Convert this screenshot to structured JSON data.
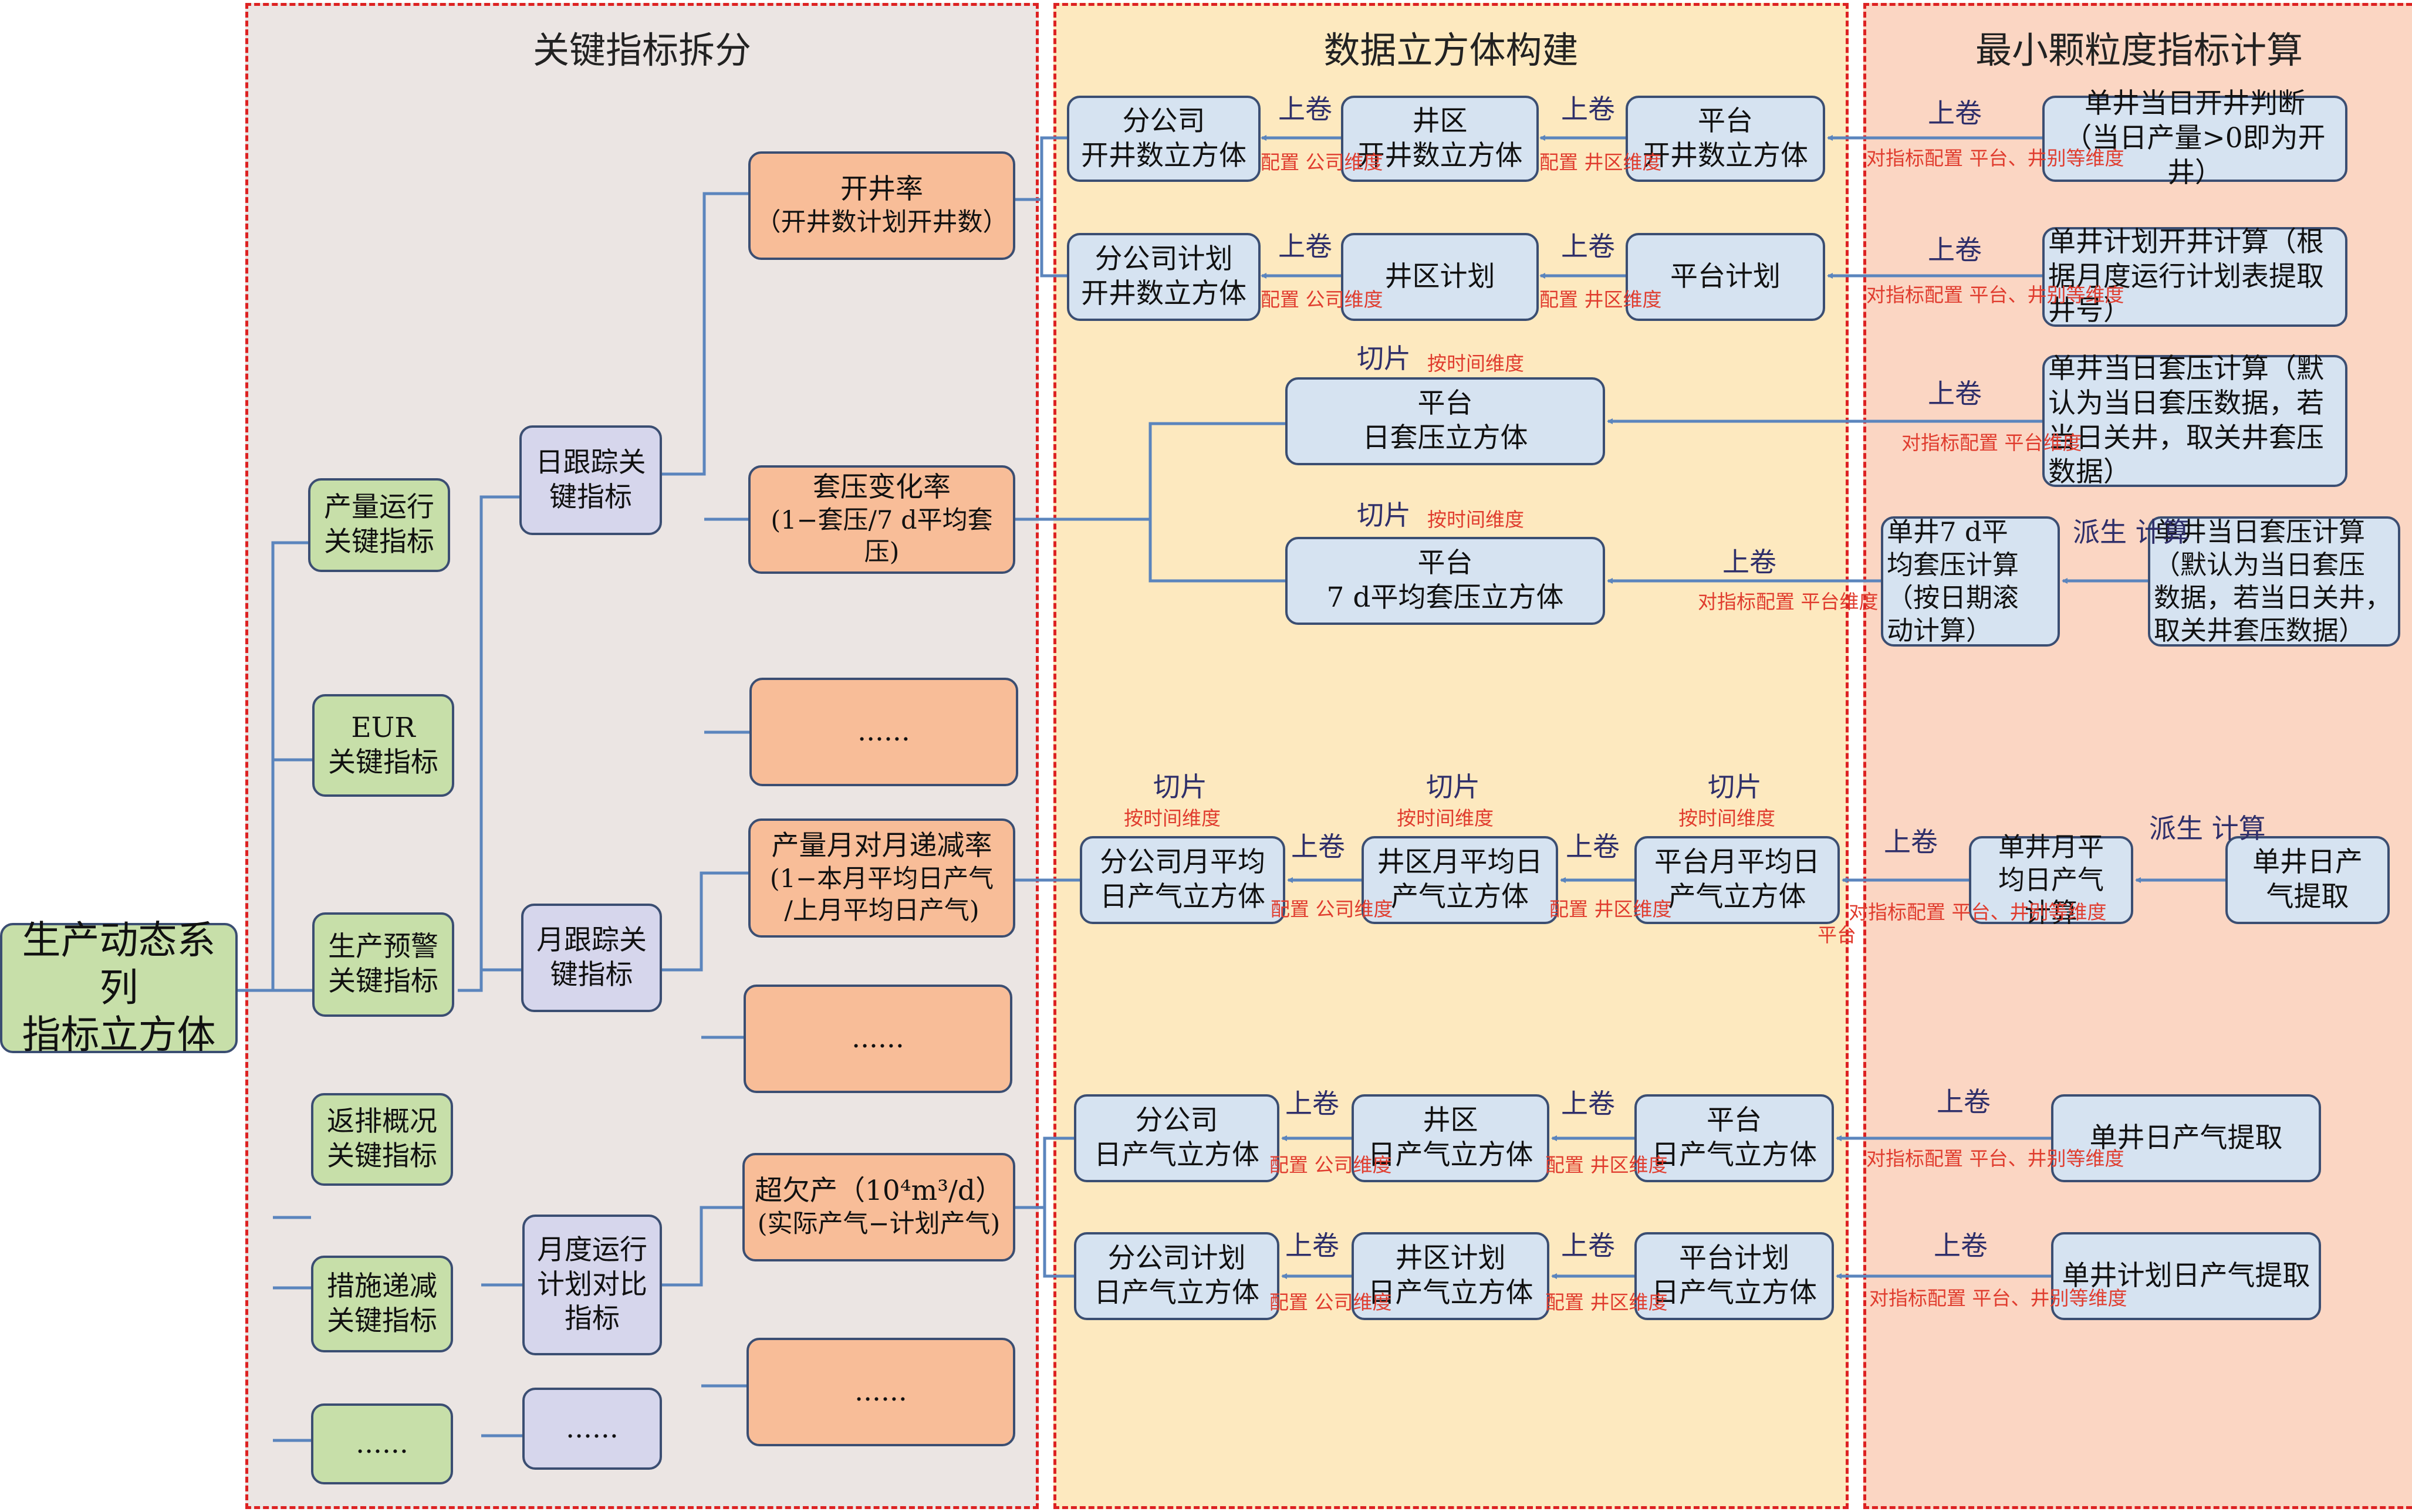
{
  "sections": {
    "split": "关键指标拆分",
    "cube": "数据立方体构建",
    "calc": "最小颗粒度指标计算"
  },
  "root": "生产动态系列\n指标立方体",
  "categories": [
    "产量运行\n关键指标",
    "EUR\n关键指标",
    "生产预警\n关键指标",
    "返排概况\n关键指标",
    "措施递减\n关键指标",
    "......"
  ],
  "trackers": [
    "日跟踪关\n键指标",
    "月跟踪关\n键指标",
    "月度运行\n计划对比\n指标",
    "......"
  ],
  "metrics": {
    "open_rate": {
      "title": "开井率",
      "sub": "（开井数计划开井数）"
    },
    "casing_change": {
      "title": "套压变化率",
      "sub": "(1−套压/7 d平均套压)"
    },
    "dots1": "......",
    "decline": {
      "title": "产量月对月递减率",
      "sub": "(1−本月平均日产气\n/上月平均日产气)"
    },
    "dots2": "......",
    "shortfall": {
      "title": "超欠产（10⁴m³/d）",
      "sub": "(实际产气−计划产气)"
    },
    "dots3": "......"
  },
  "cubes": {
    "r1": [
      "分公司\n开井数立方体",
      "井区\n开井数立方体",
      "平台\n开井数立方体"
    ],
    "r2": [
      "分公司计划\n开井数立方体",
      "井区计划",
      "平台计划"
    ],
    "r3": "平台\n日套压立方体",
    "r4": "平台\n7 d平均套压立方体",
    "r5": [
      "分公司月平均\n日产气立方体",
      "井区月平均日\n产气立方体",
      "平台月平均日\n产气立方体"
    ],
    "r6": [
      "分公司\n日产气立方体",
      "井区\n日产气立方体",
      "平台\n日产气立方体"
    ],
    "r7": [
      "分公司计划\n日产气立方体",
      "井区计划\n日产气立方体",
      "平台计划\n日产气立方体"
    ]
  },
  "calcs": {
    "r1": "单井当日开井判断\n（当日产量>0即为开井）",
    "r2": "单井计划开井计算（根\n据月度运行计划表提取\n井号）",
    "r3": "单井当日套压计算（默\n认为当日套压数据，若\n当日关井，取关井套压\n数据）",
    "r4a": "单井7 d平\n均套压计算\n（按日期滚\n动计算）",
    "r4b": "单井当日套压计算\n（默认为当日套压\n数据，若当日关井，\n取关井套压数据）",
    "r5a": "单井月平\n均日产气\n计算",
    "r5b": "单井日产\n气提取",
    "r6": "单井日产气提取",
    "r7": "单井计划日产气提取"
  },
  "ops": {
    "rollup": "上卷",
    "slice": "切片",
    "derive": "派生\n计算"
  },
  "notes": {
    "company": "配置\n公司维度",
    "wellarea": "配置\n井区维度",
    "time": "按时间维度",
    "plat_well": "对指标配置\n平台、井别等维度",
    "plat": "对指标配置\n平台维度",
    "clip5": "平台"
  },
  "colors": {
    "line": "#5b85bd",
    "border": "#3b4e72",
    "dash": "#dd2222",
    "green": "#c7dfa9",
    "lavender": "#d6d6ec",
    "orange": "#f8bd98",
    "blue": "#d6e3f1",
    "panel1": "#ebe5e3",
    "panel2": "#fde9bf",
    "panel3": "#fbd6c3"
  }
}
